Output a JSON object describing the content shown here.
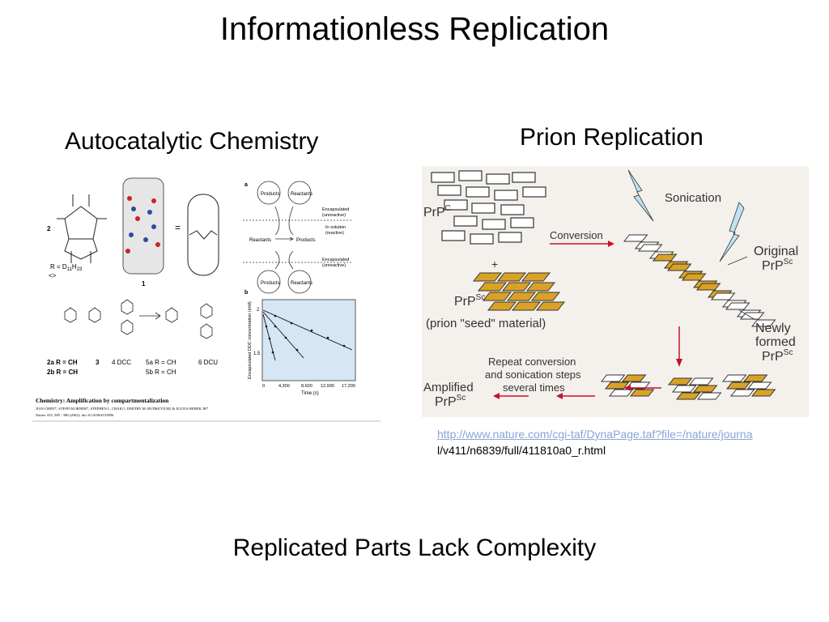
{
  "slide": {
    "title": "Informationless Replication",
    "left_heading": "Autocatalytic Chemistry",
    "right_heading": "Prion Replication",
    "bottom_text": "Replicated Parts Lack Complexity",
    "link_line1": "http://www.nature.com/cgi-taf/DynaPage.taf?file=/nature/journa",
    "link_line2": "l/v411/n6839/full/411810a0_r.html"
  },
  "chem_figure": {
    "panel_a": "a",
    "panel_b": "b",
    "compound_2": "2",
    "compound_1": "1",
    "r_formula": "R = D",
    "r_sub1": "11",
    "r_mid": "H",
    "r_sub2": "23",
    "bracket": "<>",
    "products": "Products",
    "reactants": "Reactants",
    "encapsulated": "Encapsulated",
    "unreactive": "(unreactive)",
    "in_solution": "In solution",
    "reactive": "(reactive)",
    "label_2a": "2a R = CH",
    "label_2b": "2b R = CH",
    "label_3": "3",
    "label_4": "4 DCC",
    "label_5a": "5a R = CH",
    "label_5b": "5b R = CH",
    "label_6": "6 DCU",
    "plot_ylabel": "Encapsulated DDC concentration (mM)",
    "plot_xlabel": "Time (s)",
    "x_ticks": [
      "0",
      "4,300",
      "8,600",
      "12,900",
      "17,200"
    ],
    "y_ticks": [
      "2",
      "1.5"
    ],
    "caption_title": "Chemistry: Amplification by compartmentalization",
    "caption_authors": "JIAN CHEN*, STEFFI KORNER*, STEPHEN L. CRAIG†, DMITRY M. RUDKEVICH‡ & JULIUS REBEK JR*",
    "caption_ref": "Nature 415, 385 - 386 (2002); doi:10.1038/415385b"
  },
  "prion_figure": {
    "sonication": "Sonication",
    "prpc": "PrP",
    "prpc_sup": "C",
    "plus": "+",
    "conversion": "Conversion",
    "original": "Original",
    "original_prp": "PrP",
    "sc": "Sc",
    "prpsc": "PrP",
    "seed": "(prion \"seed\" material)",
    "newly": "Newly",
    "formed": "formed",
    "formed_prp": "PrP",
    "repeat1": "Repeat conversion",
    "repeat2": "and sonication steps",
    "repeat3": "several times",
    "amplified": "Amplified",
    "amplified_prp": "PrP",
    "accent": "#c8102e",
    "gold": "#d9a227"
  }
}
